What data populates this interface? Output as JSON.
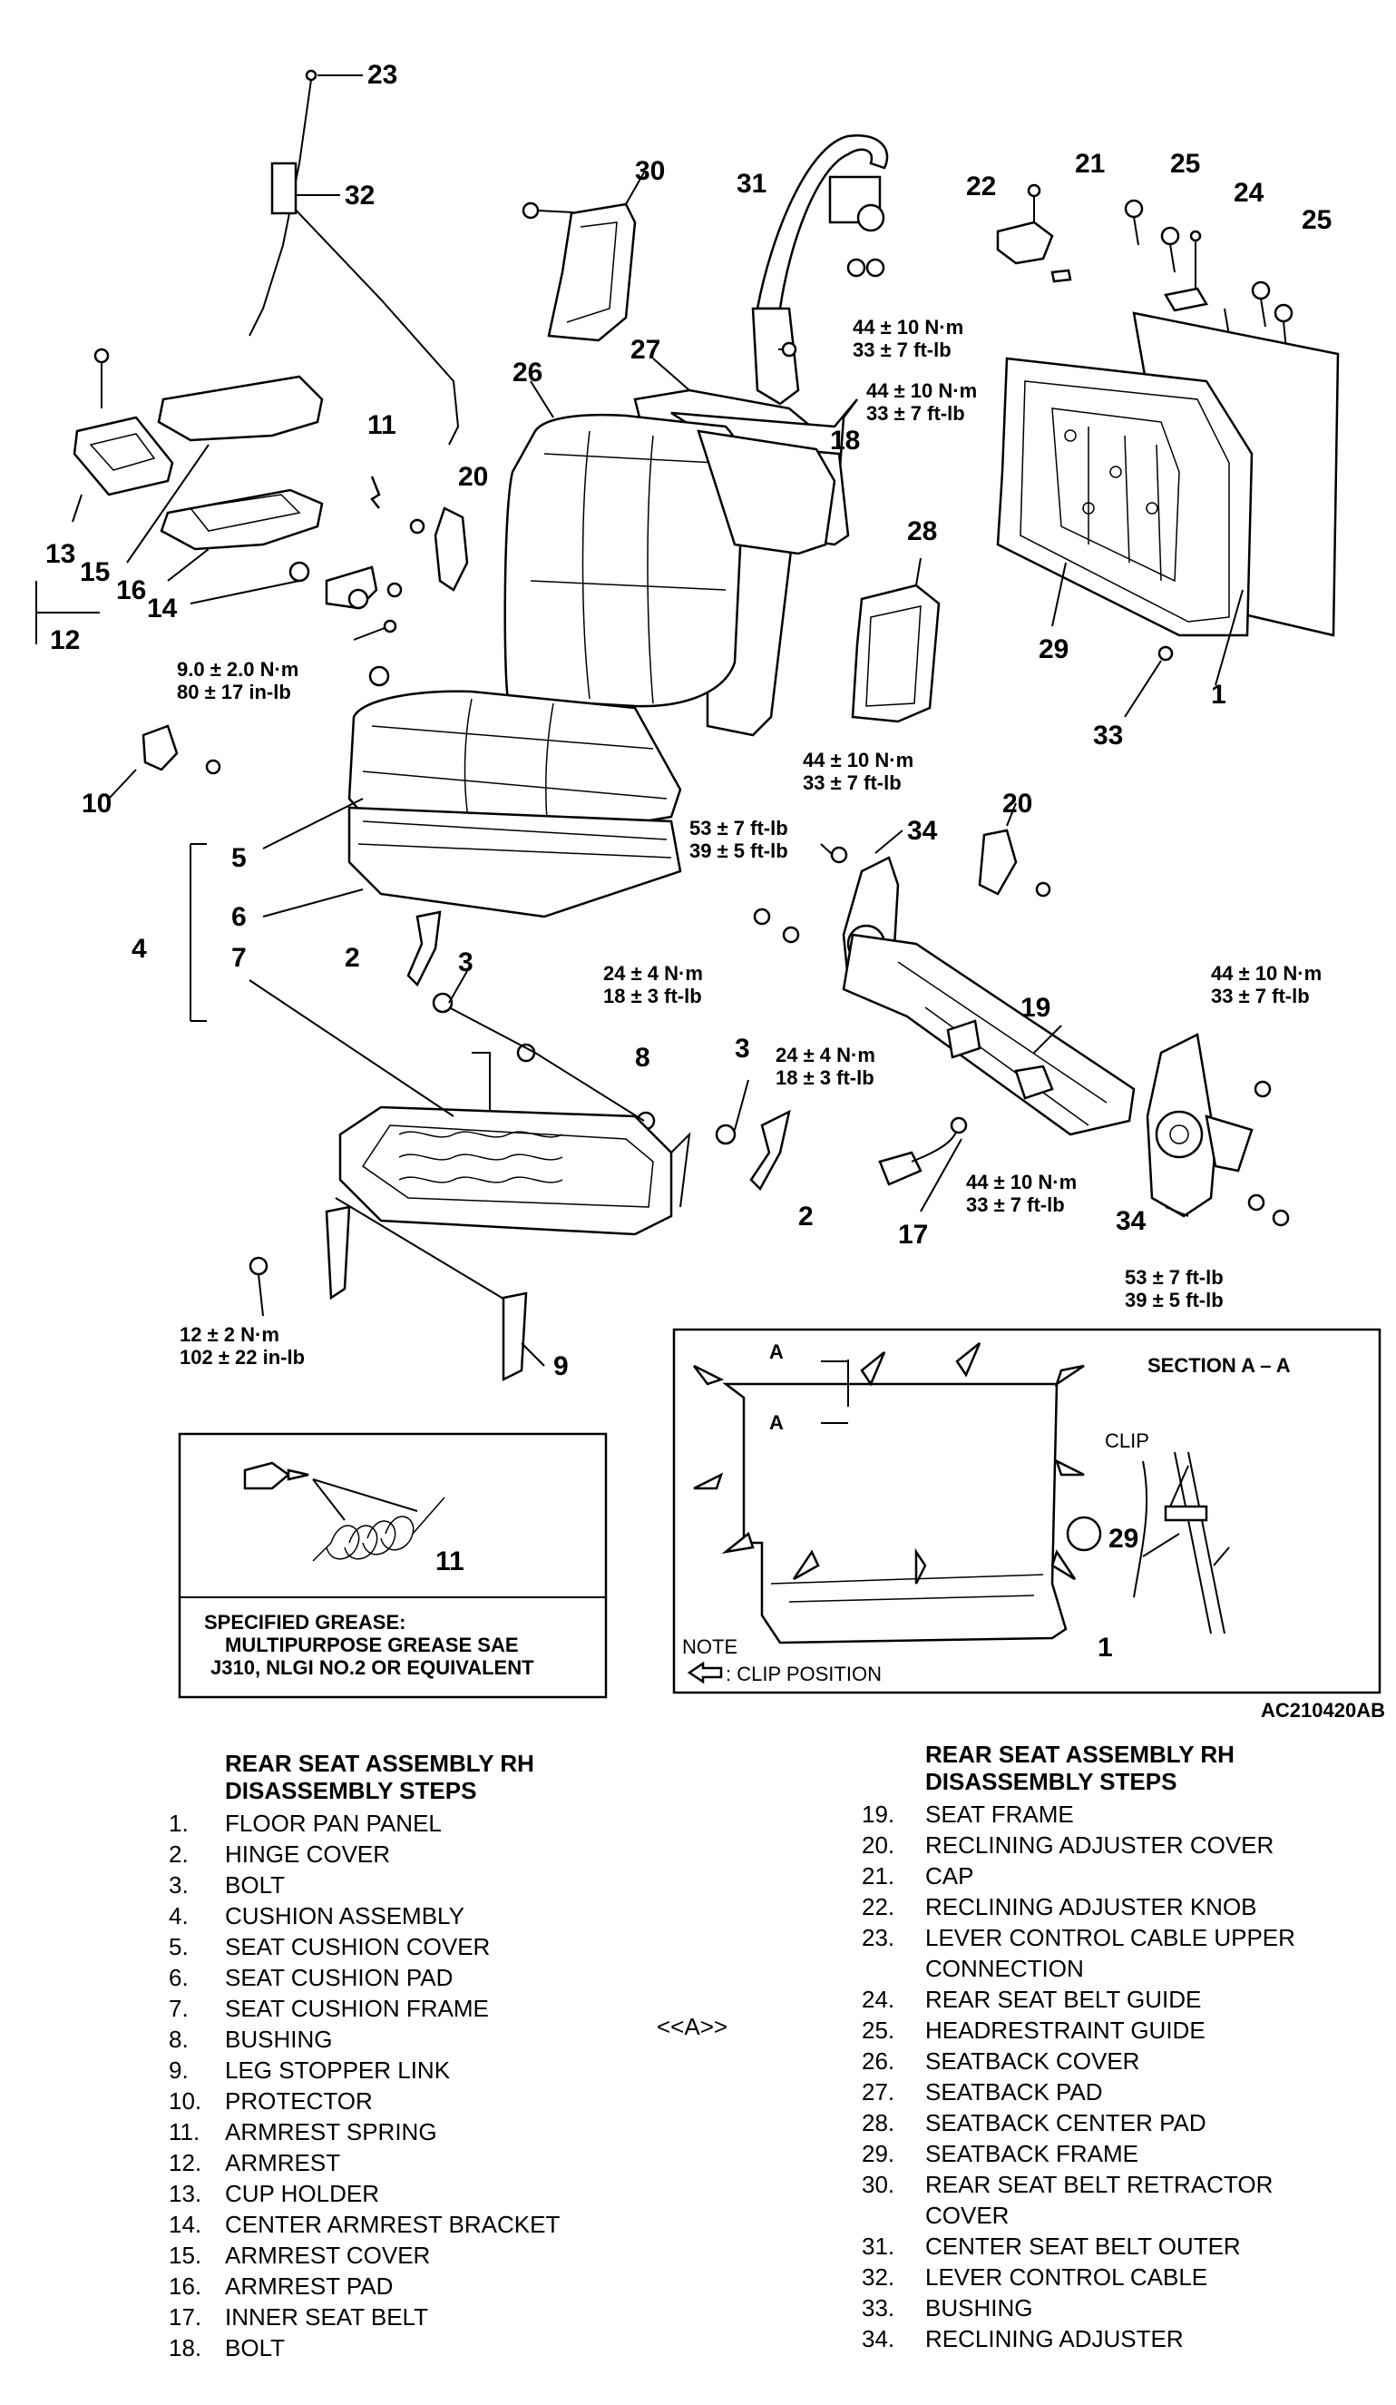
{
  "diagram": {
    "labels": {
      "l1": "1",
      "l1b": "1",
      "l2a": "2",
      "l2b": "2",
      "l3a": "3",
      "l3b": "3",
      "l4": "4",
      "l5": "5",
      "l6": "6",
      "l7": "7",
      "l8": "8",
      "l9": "9",
      "l10": "10",
      "l11": "11",
      "l11b": "11",
      "l12": "12",
      "l13": "13",
      "l14": "14",
      "l15": "15",
      "l16": "16",
      "l17": "17",
      "l18": "18",
      "l19": "19",
      "l20a": "20",
      "l20b": "20",
      "l21": "21",
      "l22": "22",
      "l23": "23",
      "l24": "24",
      "l25a": "25",
      "l25b": "25",
      "l26": "26",
      "l27": "27",
      "l28": "28",
      "l29": "29",
      "l29b": "29",
      "l30": "30",
      "l31": "31",
      "l32": "32",
      "l33": "33",
      "l34a": "34",
      "l34b": "34"
    },
    "torques": {
      "t1a": "44 ± 10 N·m",
      "t1b": "33 ± 7 ft-lb",
      "t2a": "44 ± 10 N·m",
      "t2b": "33 ± 7 ft-lb",
      "t3a": "9.0 ± 2.0 N·m",
      "t3b": "80 ± 17 in-lb",
      "t4a": "44 ± 10 N·m",
      "t4b": "33 ± 7 ft-lb",
      "t5a": "53 ± 7 ft-lb",
      "t5b": "39 ± 5 ft-lb",
      "t6a": "24 ± 4 N·m",
      "t6b": "18 ± 3 ft-lb",
      "t7a": "24 ± 4 N·m",
      "t7b": "18 ± 3 ft-lb",
      "t8a": "44 ± 10 N·m",
      "t8b": "33 ± 7 ft-lb",
      "t9a": "44 ± 10 N·m",
      "t9b": "33 ± 7 ft-lb",
      "t10a": "53 ± 7 ft-lb",
      "t10b": "39 ± 5 ft-lb",
      "t11a": "12 ± 2 N·m",
      "t11b": "102 ± 22 in-lb"
    },
    "grease_box": {
      "line1": "SPECIFIED GREASE:",
      "line2": "MULTIPURPOSE GREASE SAE",
      "line3": "J310, NLGI NO.2 OR EQUIVALENT"
    },
    "section": {
      "title": "SECTION A – A",
      "a_top": "A",
      "a_bottom": "A",
      "clip": "CLIP",
      "note": "NOTE",
      "clip_position": ": CLIP POSITION"
    },
    "figure_code": "AC210420AB"
  },
  "left_list": {
    "title1": "REAR SEAT ASSEMBLY RH",
    "title2": "DISASSEMBLY STEPS",
    "items": [
      {
        "n": "1.",
        "t": "FLOOR PAN PANEL"
      },
      {
        "n": "2.",
        "t": "HINGE COVER"
      },
      {
        "n": "3.",
        "t": "BOLT"
      },
      {
        "n": "4.",
        "t": "CUSHION ASSEMBLY"
      },
      {
        "n": "5.",
        "t": "SEAT CUSHION COVER"
      },
      {
        "n": "6.",
        "t": "SEAT CUSHION PAD"
      },
      {
        "n": "7.",
        "t": "SEAT CUSHION FRAME"
      },
      {
        "n": "8.",
        "t": "BUSHING"
      },
      {
        "n": "9.",
        "t": "LEG STOPPER LINK"
      },
      {
        "n": "10.",
        "t": "PROTECTOR"
      },
      {
        "n": "11.",
        "t": "ARMREST SPRING"
      },
      {
        "n": "12.",
        "t": "ARMREST"
      },
      {
        "n": "13.",
        "t": "CUP HOLDER"
      },
      {
        "n": "14.",
        "t": "CENTER ARMREST BRACKET"
      },
      {
        "n": "15.",
        "t": "ARMREST COVER"
      },
      {
        "n": "16.",
        "t": "ARMREST PAD"
      },
      {
        "n": "17.",
        "t": "INNER SEAT BELT"
      },
      {
        "n": "18.",
        "t": "BOLT"
      }
    ]
  },
  "ref_mark": "<<A>>",
  "right_list": {
    "title1": "REAR SEAT ASSEMBLY RH",
    "title2": "DISASSEMBLY STEPS",
    "items": [
      {
        "n": "19.",
        "t": "SEAT FRAME"
      },
      {
        "n": "20.",
        "t": "RECLINING ADJUSTER COVER"
      },
      {
        "n": "21.",
        "t": "CAP"
      },
      {
        "n": "22.",
        "t": "RECLINING ADJUSTER KNOB"
      },
      {
        "n": "23.",
        "t": "LEVER CONTROL CABLE UPPER"
      },
      {
        "n": "",
        "t": "CONNECTION"
      },
      {
        "n": "24.",
        "t": "REAR SEAT BELT GUIDE"
      },
      {
        "n": "25.",
        "t": "HEADRESTRAINT GUIDE"
      },
      {
        "n": "26.",
        "t": "SEATBACK COVER"
      },
      {
        "n": "27.",
        "t": "SEATBACK PAD"
      },
      {
        "n": "28.",
        "t": "SEATBACK CENTER PAD"
      },
      {
        "n": "29.",
        "t": "SEATBACK FRAME"
      },
      {
        "n": "30.",
        "t": "REAR SEAT BELT RETRACTOR"
      },
      {
        "n": "",
        "t": "COVER"
      },
      {
        "n": "31.",
        "t": "CENTER SEAT BELT OUTER"
      },
      {
        "n": "32.",
        "t": "LEVER CONTROL CABLE"
      },
      {
        "n": "33.",
        "t": "BUSHING"
      },
      {
        "n": "34.",
        "t": "RECLINING ADJUSTER"
      }
    ]
  }
}
